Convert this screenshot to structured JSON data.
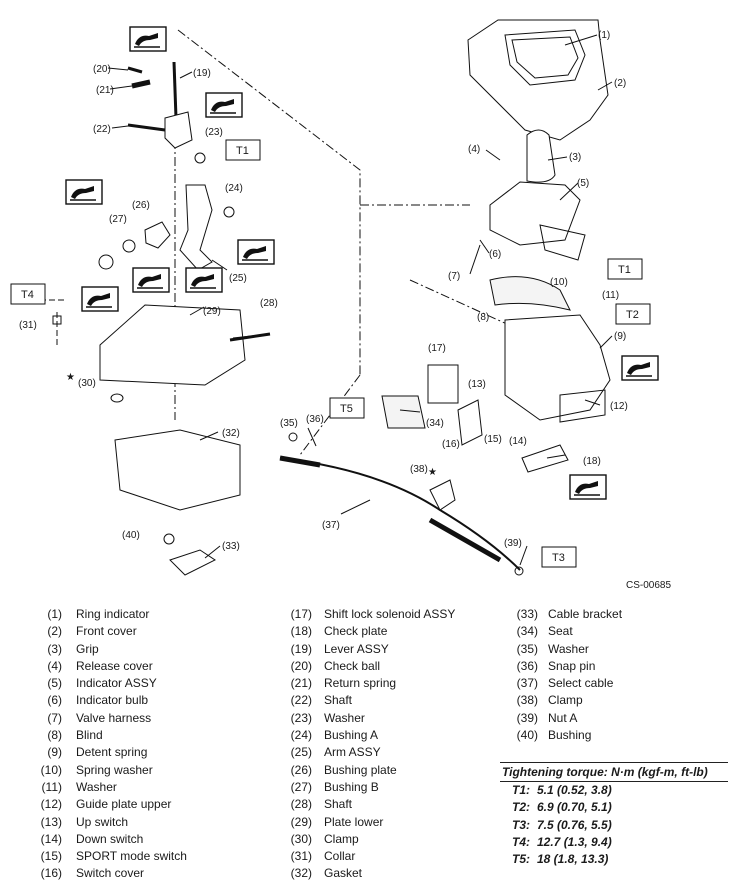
{
  "diagram": {
    "code": "CS-00685",
    "callouts": [
      "(1)",
      "(2)",
      "(3)",
      "(4)",
      "(5)",
      "(6)",
      "(7)",
      "(8)",
      "(9)",
      "(10)",
      "(11)",
      "(12)",
      "(13)",
      "(14)",
      "(15)",
      "(16)",
      "(17)",
      "(18)",
      "(19)",
      "(20)",
      "(21)",
      "(22)",
      "(23)",
      "(24)",
      "(25)",
      "(26)",
      "(27)",
      "(28)",
      "(29)",
      "(30)",
      "(31)",
      "(32)",
      "(33)",
      "(34)",
      "(35)",
      "(36)",
      "(37)",
      "(38)",
      "(39)",
      "(40)"
    ],
    "torque_tags": [
      "T1",
      "T2",
      "T3",
      "T4",
      "T5"
    ]
  },
  "legend": [
    {
      "num": "(1)",
      "name": "Ring indicator"
    },
    {
      "num": "(2)",
      "name": "Front cover"
    },
    {
      "num": "(3)",
      "name": "Grip"
    },
    {
      "num": "(4)",
      "name": "Release cover"
    },
    {
      "num": "(5)",
      "name": "Indicator ASSY"
    },
    {
      "num": "(6)",
      "name": "Indicator bulb"
    },
    {
      "num": "(7)",
      "name": "Valve harness"
    },
    {
      "num": "(8)",
      "name": "Blind"
    },
    {
      "num": "(9)",
      "name": "Detent spring"
    },
    {
      "num": "(10)",
      "name": "Spring washer"
    },
    {
      "num": "(11)",
      "name": "Washer"
    },
    {
      "num": "(12)",
      "name": "Guide plate upper"
    },
    {
      "num": "(13)",
      "name": "Up switch"
    },
    {
      "num": "(14)",
      "name": "Down switch"
    },
    {
      "num": "(15)",
      "name": "SPORT mode switch"
    },
    {
      "num": "(16)",
      "name": "Switch cover"
    },
    {
      "num": "(17)",
      "name": "Shift lock solenoid ASSY"
    },
    {
      "num": "(18)",
      "name": "Check plate"
    },
    {
      "num": "(19)",
      "name": "Lever ASSY"
    },
    {
      "num": "(20)",
      "name": "Check ball"
    },
    {
      "num": "(21)",
      "name": "Return spring"
    },
    {
      "num": "(22)",
      "name": "Shaft"
    },
    {
      "num": "(23)",
      "name": "Washer"
    },
    {
      "num": "(24)",
      "name": "Bushing A"
    },
    {
      "num": "(25)",
      "name": "Arm ASSY"
    },
    {
      "num": "(26)",
      "name": "Bushing plate"
    },
    {
      "num": "(27)",
      "name": "Bushing B"
    },
    {
      "num": "(28)",
      "name": "Shaft"
    },
    {
      "num": "(29)",
      "name": "Plate lower"
    },
    {
      "num": "(30)",
      "name": "Clamp"
    },
    {
      "num": "(31)",
      "name": "Collar"
    },
    {
      "num": "(32)",
      "name": "Gasket"
    },
    {
      "num": "(33)",
      "name": "Cable bracket"
    },
    {
      "num": "(34)",
      "name": "Seat"
    },
    {
      "num": "(35)",
      "name": "Washer"
    },
    {
      "num": "(36)",
      "name": "Snap pin"
    },
    {
      "num": "(37)",
      "name": "Select cable"
    },
    {
      "num": "(38)",
      "name": "Clamp"
    },
    {
      "num": "(39)",
      "name": "Nut A"
    },
    {
      "num": "(40)",
      "name": "Bushing"
    }
  ],
  "torque": {
    "title": "Tightening torque: N·m (kgf-m, ft-lb)",
    "rows": [
      {
        "key": "T1:",
        "value": "5.1 (0.52, 3.8)"
      },
      {
        "key": "T2:",
        "value": "6.9 (0.70, 5.1)"
      },
      {
        "key": "T3:",
        "value": "7.5 (0.76, 5.5)"
      },
      {
        "key": "T4:",
        "value": "12.7 (1.3, 9.4)"
      },
      {
        "key": "T5:",
        "value": "18 (1.8, 13.3)"
      }
    ]
  }
}
